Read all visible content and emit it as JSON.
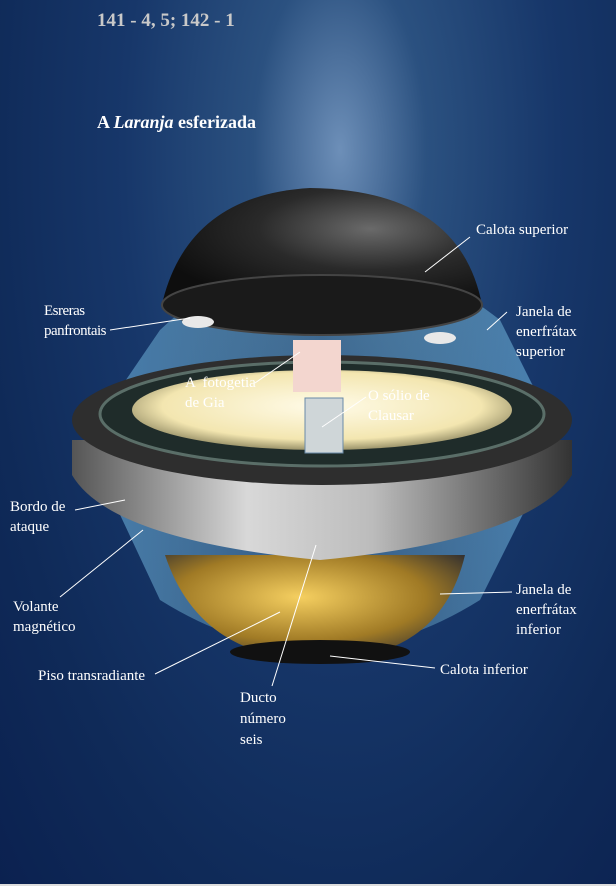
{
  "header": {
    "reference": "141 - 4, 5; 142 - 1"
  },
  "title": {
    "prefix": "A",
    "italic": "Laranja",
    "suffix": "esferizada"
  },
  "labels": {
    "calota_superior": "Calota superior",
    "esferas_panfrontais": "Esreras\npanfrontais",
    "janela_superior": "Janela de\nenerfrátax\nsuperior",
    "fotogetia": "A  fotogetia\nde Gia",
    "solio": "O sólio de\nClausar",
    "bordo": "Bordo de\nataque",
    "volante": "Volante\nmagnético",
    "janela_inferior": "Janela de\nenerfrátax\ninferior",
    "piso": "Piso transradiante",
    "calota_inferior": "Calota inferior",
    "ducto": "Ducto\nnúmero\nseis"
  }
}
